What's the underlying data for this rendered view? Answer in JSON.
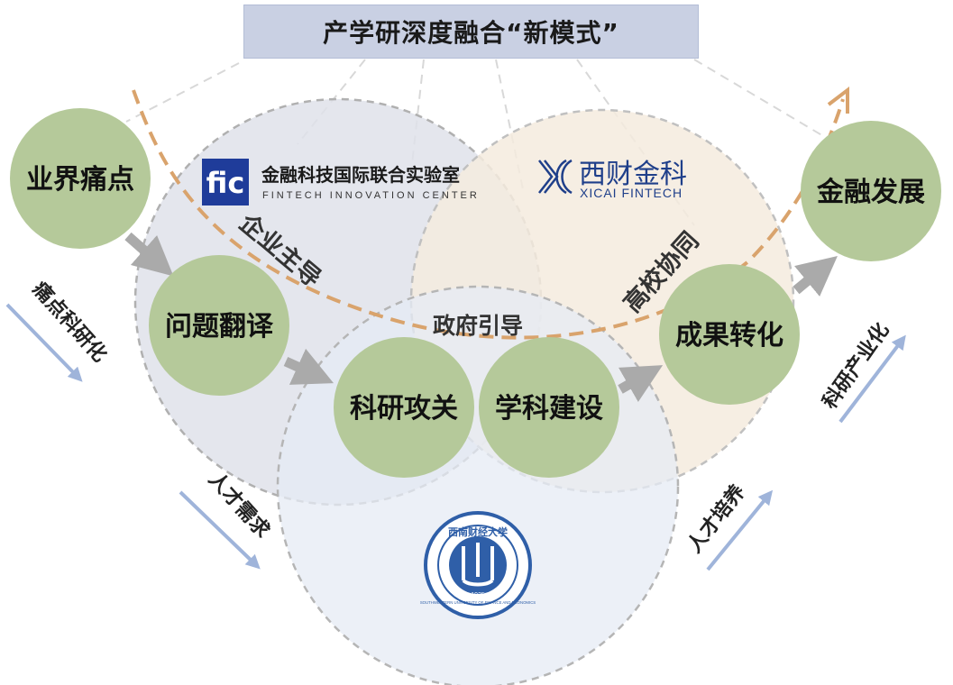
{
  "title": "产学研深度融合“新模式”",
  "nodes": {
    "pain": "业界痛点",
    "translate": "问题翻译",
    "research": "科研攻关",
    "discipline": "学科建设",
    "transform": "成果转化",
    "finance": "金融发展"
  },
  "circle_labels": {
    "enterprise": "企业主导",
    "university": "高校协同",
    "government": "政府引导"
  },
  "side_labels": {
    "left_top": "痛点科研化",
    "right_top": "科研产业化",
    "left_bottom": "人才需求",
    "right_bottom": "人才培养"
  },
  "logos": {
    "fic_mark": "fic",
    "fic_cn": "金融科技国际联合实验室",
    "fic_en": "FINTECH INNOVATION CENTER",
    "xicai_cn": "西财金科",
    "xicai_en": "XICAI FINTECH",
    "seal_cn": "西南财经大学",
    "seal_en": "SOUTHWESTERN UNIVERSITY OF FINANCE AND ECONOMICS",
    "seal_year": "1925"
  },
  "colors": {
    "node_fill": "#b5c99a",
    "enterprise_circle": "#dde1ea",
    "university_circle": "#f3eadc",
    "government_circle": "#e4eaf3",
    "dash_arrow": "#d9a36c",
    "side_arrow": "#9fb4da",
    "flow_arrow": "#aaaaaa",
    "title_bg": "#c9d0e3"
  }
}
